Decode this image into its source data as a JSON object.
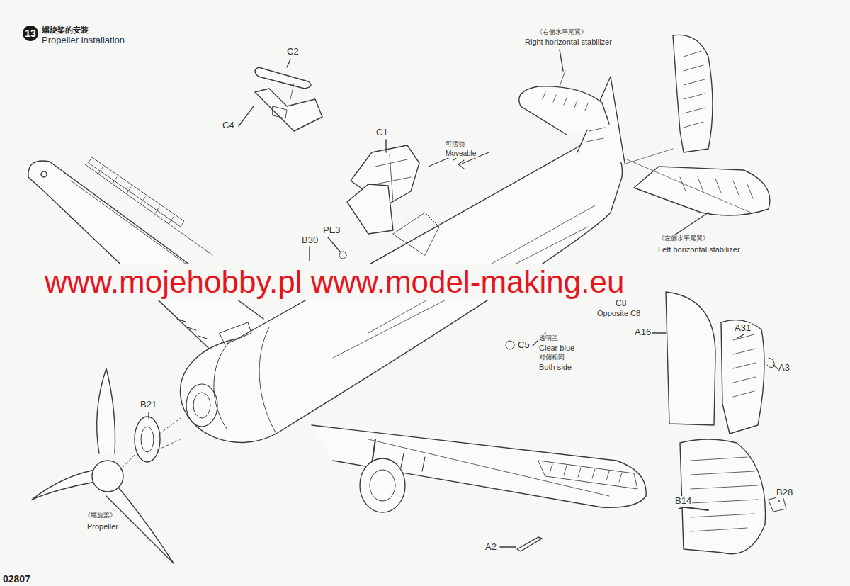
{
  "diagram": {
    "title": "螺旋桨的安装",
    "nodes": [
      {
        "text": [
          "13"
        ]
      }
    ],
    "labels": [
      "Propeller installation",
      "C2",
      "C4",
      "C1",
      "可活动",
      "Moveable",
      "《右侧水平尾翼》",
      "Right horizontal stabilizer",
      "《左侧水平尾翼》",
      "Left horizontal stabilizer",
      "B30",
      "PE3",
      "C8",
      "Opposite C8",
      "A16",
      "A31",
      "A3",
      "C5",
      "透明兰",
      "Clear blue",
      "对侧相同",
      "Both side",
      "B21",
      "《螺旋桨》",
      "Propeller",
      "A2",
      "B14",
      "B28",
      "02807",
      "www.mojehobby.pl www.model-making.eu"
    ]
  }
}
